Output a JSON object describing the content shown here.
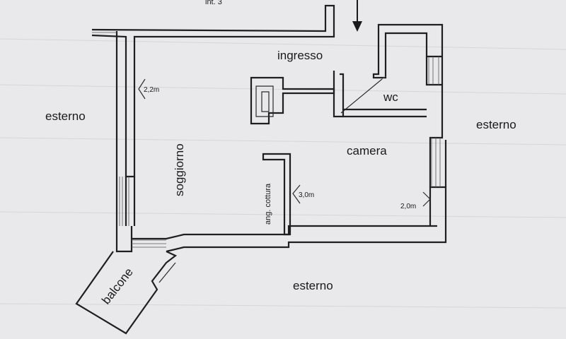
{
  "header": {
    "text": "int. 3"
  },
  "rooms": {
    "ingresso": "ingresso",
    "wc": "wc",
    "camera": "camera",
    "soggiorno": "soggiorno",
    "ang_cottura": "ang. cottura",
    "balcone": "balcone"
  },
  "outside": {
    "left": "esterno",
    "right": "esterno",
    "bottom": "esterno"
  },
  "heights": {
    "soggiorno": "2,2m",
    "ang_cottura": "3,0m",
    "camera": "2,0m"
  }
}
